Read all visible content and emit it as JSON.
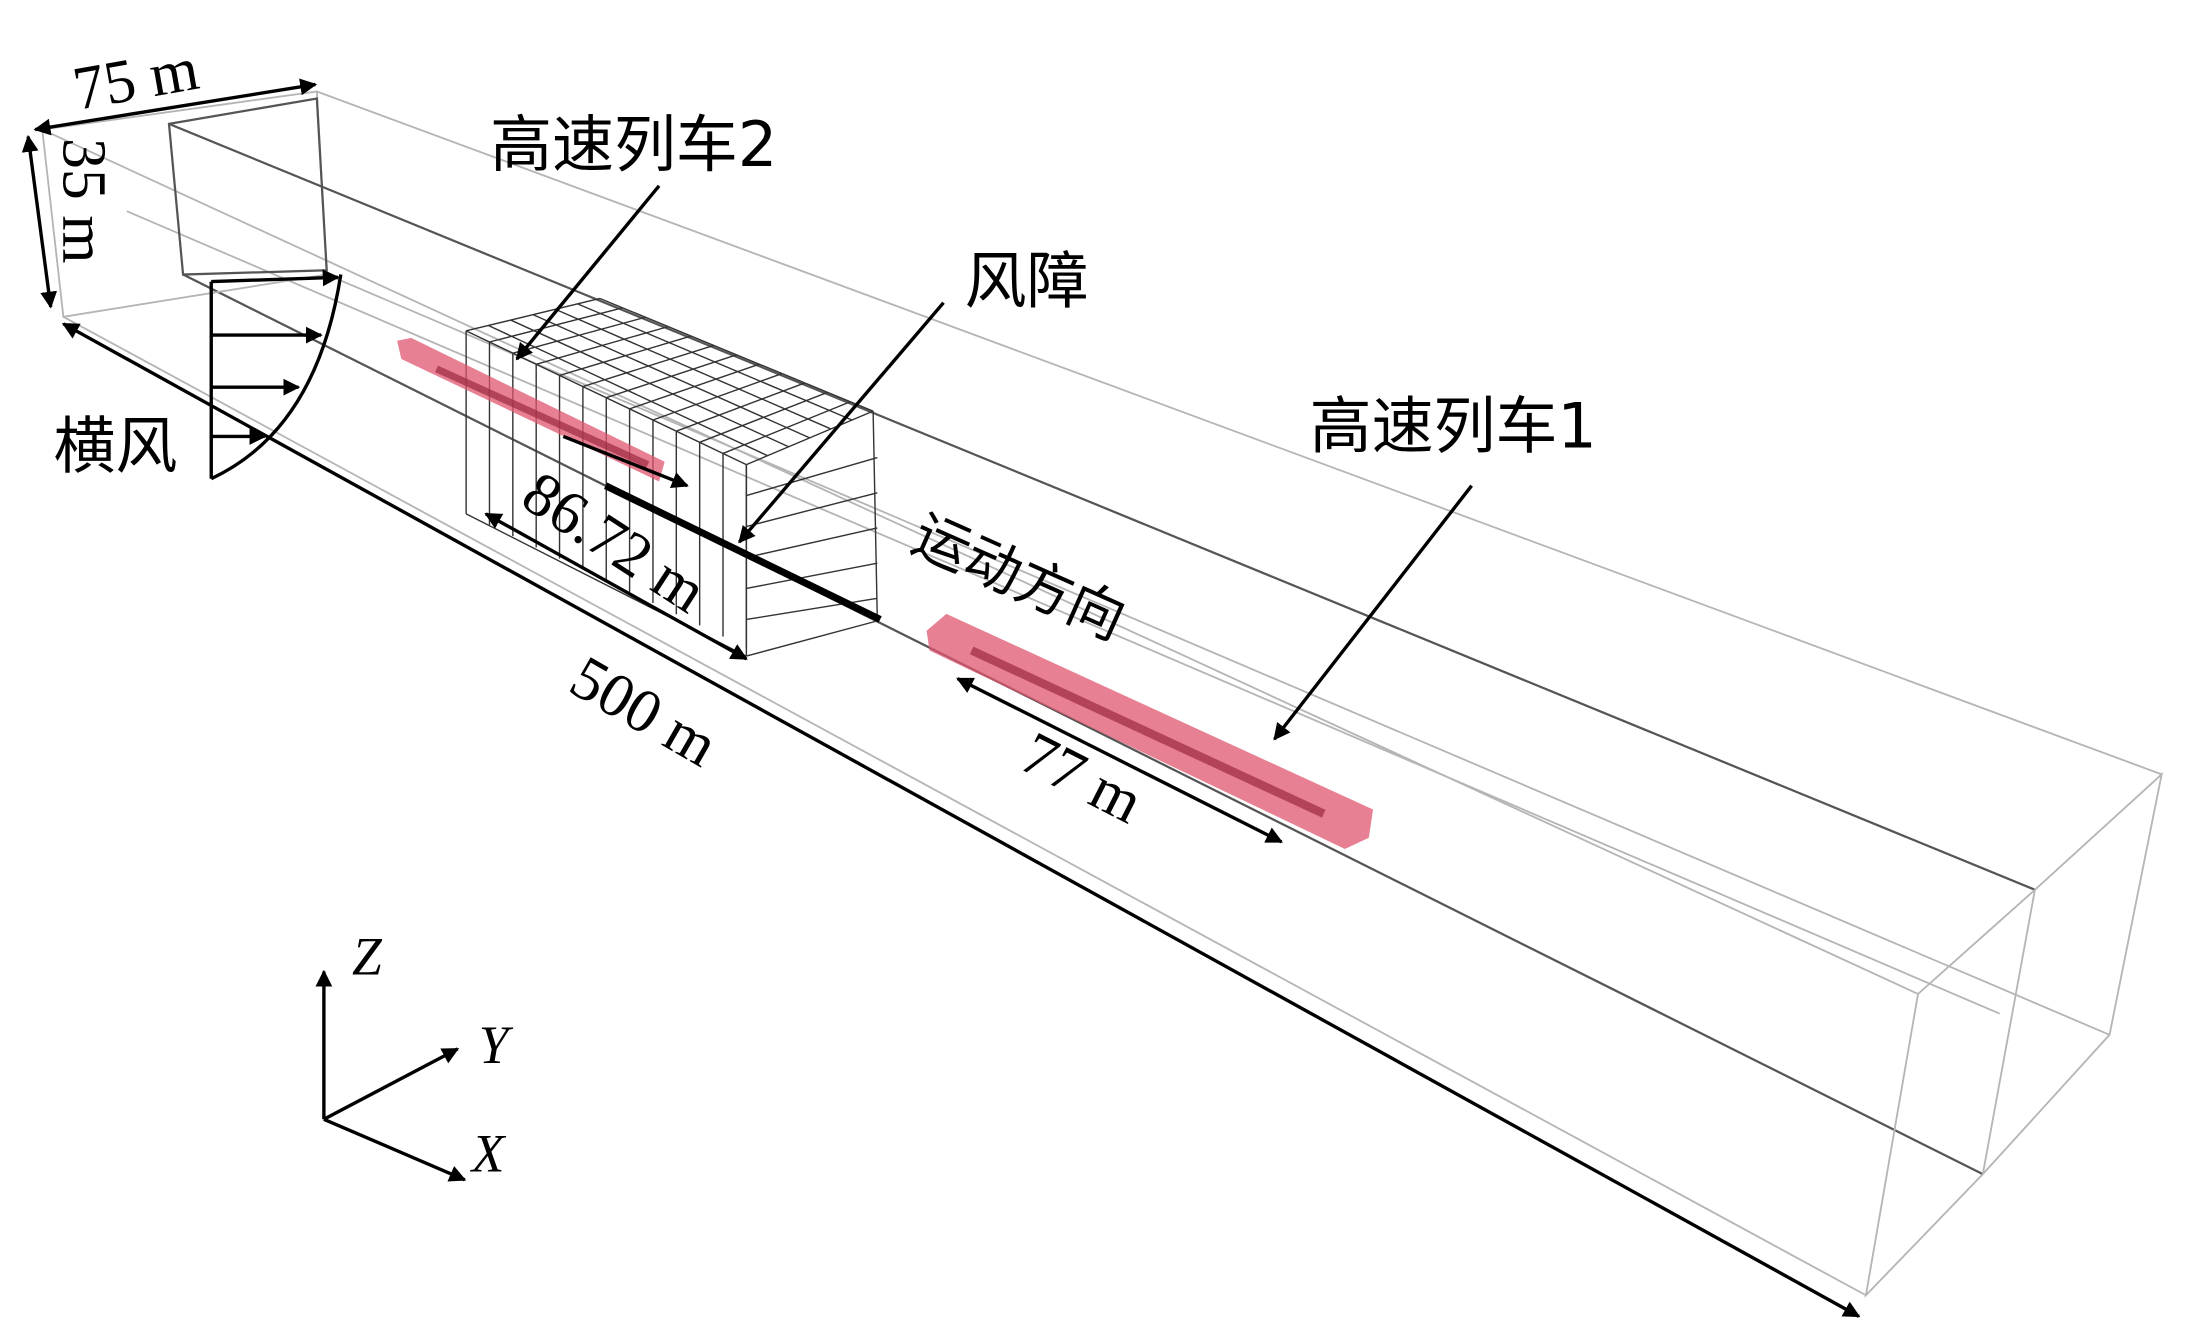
{
  "labels": {
    "width": "75 m",
    "height": "35 m",
    "length": "500 m",
    "barrier_length": "86.72 m",
    "train_length": "77 m",
    "train2": "高速列车2",
    "train1": "高速列车1",
    "wind_barrier": "风障",
    "crosswind": "横风",
    "motion_direction": "运动方向"
  },
  "axes": {
    "z": "Z",
    "y": "Y",
    "x": "X"
  },
  "colors": {
    "train": "#e0566f",
    "train_core": "#9c2a40"
  }
}
